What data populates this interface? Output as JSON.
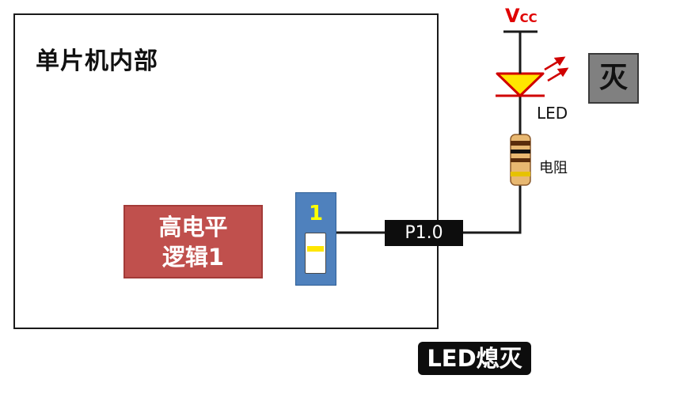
{
  "mcu": {
    "title": "单片机内部"
  },
  "logic": {
    "line1": "高电平",
    "line2": "逻辑1"
  },
  "switch": {
    "value": "1"
  },
  "pin": {
    "label": "P1.0"
  },
  "power": {
    "label_main": "V",
    "label_sub": "CC"
  },
  "led": {
    "label": "LED",
    "state": "off"
  },
  "resistor": {
    "label": "电阻"
  },
  "state_indicator": {
    "text": "灭"
  },
  "status_badge": {
    "text": "LED熄灭"
  },
  "colors": {
    "logic_box": "#c0504d",
    "switch_box": "#4f81bd",
    "slider": "#ffe600",
    "vcc": "#e00000",
    "led_fill": "#ffe600",
    "led_outline": "#d00000",
    "state_box": "#808080"
  },
  "icons": [
    "led-icon",
    "resistor-icon",
    "ground-line-icon",
    "light-rays-icon"
  ]
}
